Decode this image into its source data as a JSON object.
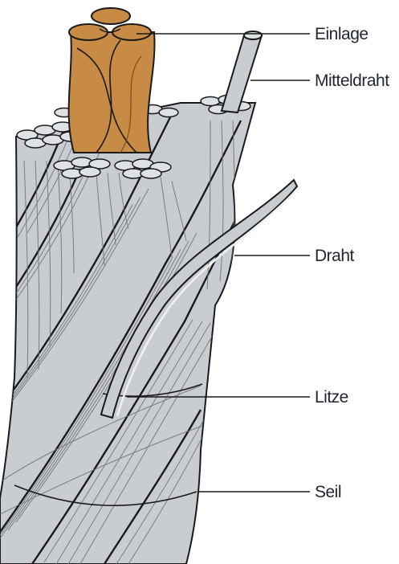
{
  "labels": {
    "einlage": "Einlage",
    "mitteldraht": "Mitteldraht",
    "draht": "Draht",
    "litze": "Litze",
    "seil": "Seil"
  },
  "colors": {
    "core": "#c78b45",
    "core_dark": "#9c6327",
    "strand": "#c9ccd0",
    "strand_light": "#dfe2e5",
    "strand_shadow": "#a7abb0",
    "outline": "#1a1a1a",
    "label_text": "#1f2530"
  }
}
